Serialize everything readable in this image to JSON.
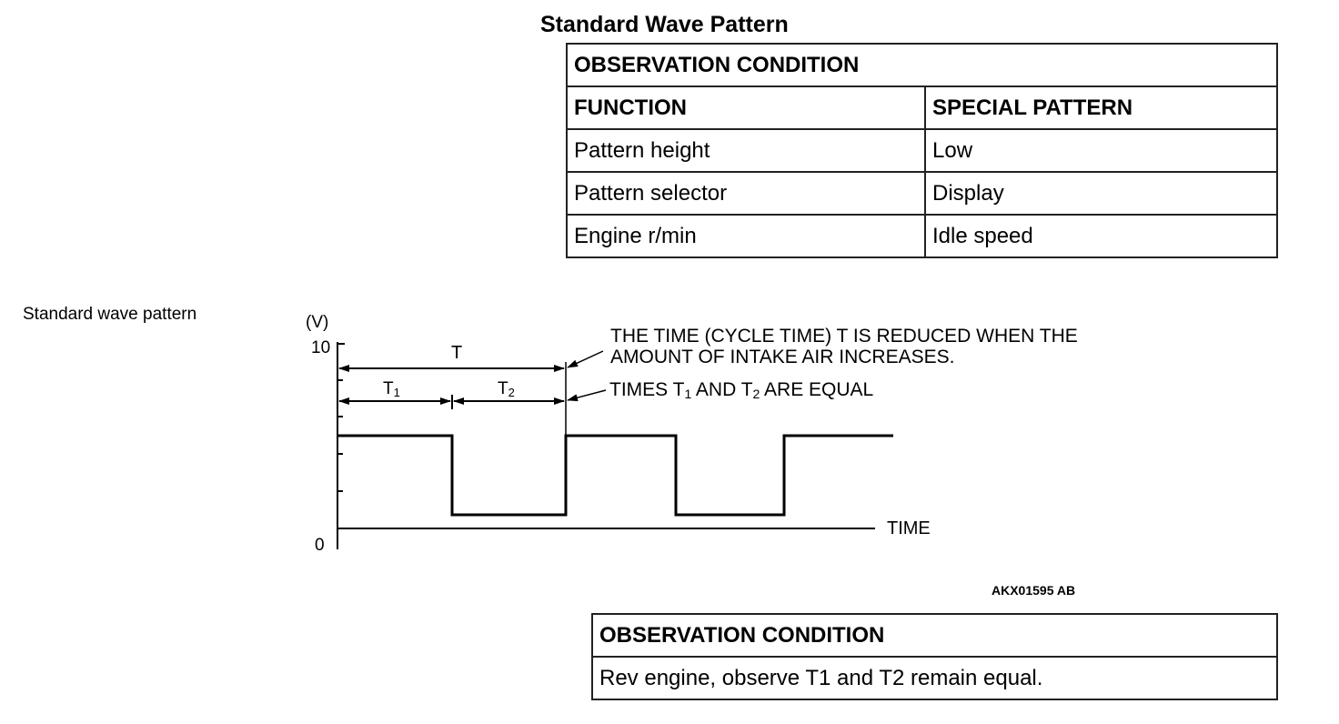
{
  "heading": "Standard Wave Pattern",
  "table1": {
    "header": "OBSERVATION CONDITION",
    "col1_header": "FUNCTION",
    "col2_header": "SPECIAL PATTERN",
    "rows": [
      {
        "function": "Pattern height",
        "pattern": "Low"
      },
      {
        "function": "Pattern selector",
        "pattern": "Display"
      },
      {
        "function": "Engine r/min",
        "pattern": "Idle speed"
      }
    ]
  },
  "diagram": {
    "side_label": "Standard wave pattern",
    "y_unit": "(V)",
    "y_max_label": "10",
    "y_zero_label": "0",
    "x_label": "TIME",
    "label_T": "T",
    "label_T1": "T",
    "label_T1_sub": "1",
    "label_T2": "T",
    "label_T2_sub": "2",
    "note1_line1": "THE TIME (CYCLE TIME) T IS REDUCED WHEN THE",
    "note1_line2": "AMOUNT OF INTAKE AIR INCREASES.",
    "note2_a": "TIMES T",
    "note2_sub1": "1",
    "note2_b": " AND T",
    "note2_sub2": "2",
    "note2_c": " ARE EQUAL",
    "figure_code": "AKX01595 AB"
  },
  "table2": {
    "header": "OBSERVATION CONDITION",
    "body": "Rev engine, observe T1 and T2 remain equal."
  }
}
